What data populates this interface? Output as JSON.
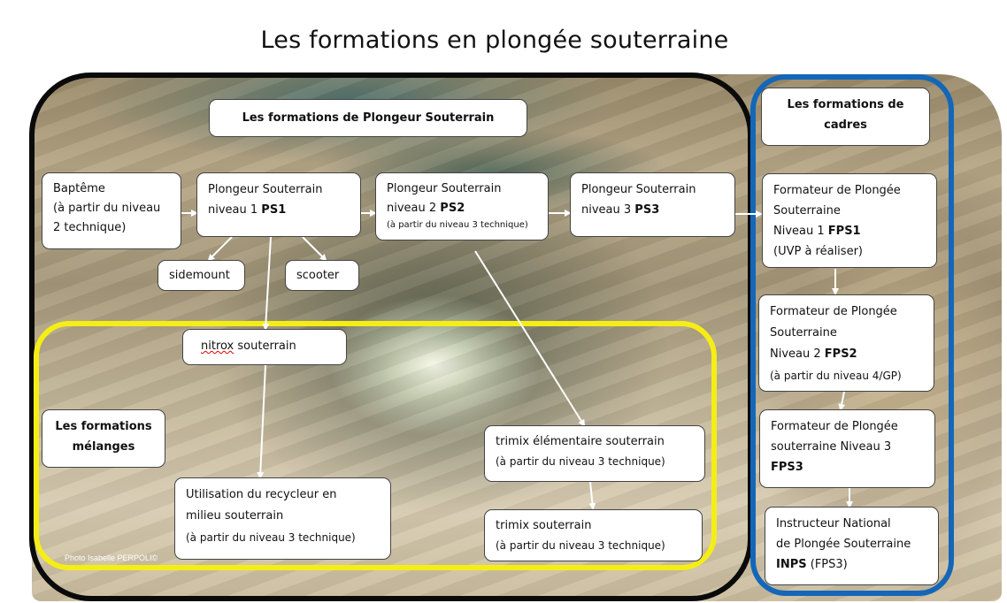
{
  "title": "Les formations en plongée souterraine",
  "photo_credit": "Photo Isabelle PERPOLI©",
  "colors": {
    "frame_ps": "#0a0a0a",
    "frame_melanges": "#f5ee16",
    "frame_cadres": "#1467b8",
    "box_fill": "#ffffff"
  },
  "headers": {
    "ps": "Les formations de Plongeur Souterrain",
    "cadres_line1": "Les formations de",
    "cadres_line2": "cadres",
    "melanges_line1": "Les formations",
    "melanges_line2": "mélanges"
  },
  "nodes": {
    "bapteme": {
      "line1": "Baptême",
      "line2": "(à partir du niveau",
      "line3": "2 technique)"
    },
    "ps1": {
      "line1": "Plongeur Souterrain",
      "line2_text": "niveau 1 ",
      "code": "PS1"
    },
    "ps2": {
      "line1": "Plongeur Souterrain",
      "line2_text": "niveau 2 ",
      "code": "PS2",
      "note": "(à partir du niveau 3 technique)"
    },
    "ps3": {
      "line1": "Plongeur Souterrain",
      "line2_text": "niveau 3 ",
      "code": "PS3"
    },
    "sidemount": {
      "label": "sidemount"
    },
    "scooter": {
      "label": "scooter"
    },
    "nitrox": {
      "word": "nitrox",
      "rest": " souterrain"
    },
    "recycleur": {
      "line1": "Utilisation du recycleur en",
      "line2": "milieu souterrain",
      "note": "(à partir du niveau 3 technique)"
    },
    "trimix_elem": {
      "line1": "trimix élémentaire souterrain",
      "note": "(à partir du niveau 3 technique)"
    },
    "trimix": {
      "line1": "trimix souterrain",
      "note": "(à partir du niveau 3 technique)"
    },
    "fps1": {
      "line1": "Formateur de Plongée",
      "line2": "Souterraine",
      "line3_text": "Niveau 1 ",
      "code": "FPS1",
      "note": "(UVP à réaliser)"
    },
    "fps2": {
      "line1": "Formateur de Plongée",
      "line2": "Souterraine",
      "line3_text": "Niveau 2 ",
      "code": "FPS2",
      "note": "(à partir du niveau 4/GP)"
    },
    "fps3": {
      "line1": "Formateur de Plongée",
      "line2": "souterraine Niveau 3",
      "code": "FPS3"
    },
    "inps": {
      "line1": "Instructeur National",
      "line2": "de Plongée Souterraine",
      "code": "INPS",
      "suffix": " (FPS3)"
    }
  }
}
